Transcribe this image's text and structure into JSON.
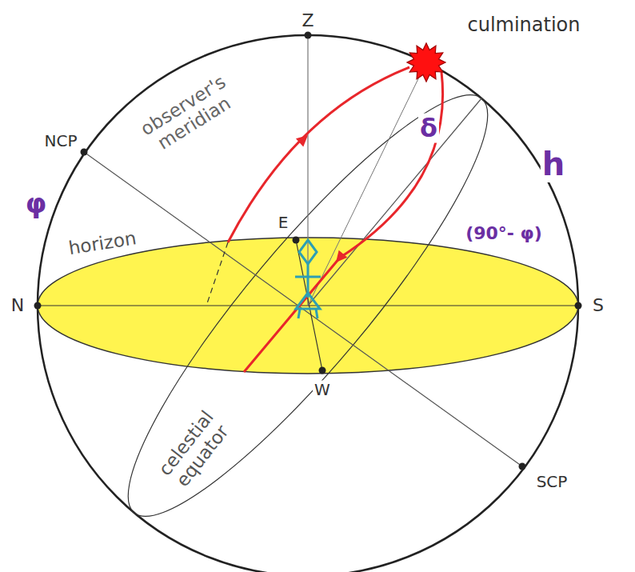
{
  "diagram": {
    "labels": [
      "Z",
      "observer's meridian",
      "culmination",
      "NCP",
      "φ",
      "δ",
      "h",
      "E",
      "horizon",
      "(90°- φ)",
      "N",
      "S",
      "W",
      "celestial equator",
      "SCP"
    ]
  }
}
